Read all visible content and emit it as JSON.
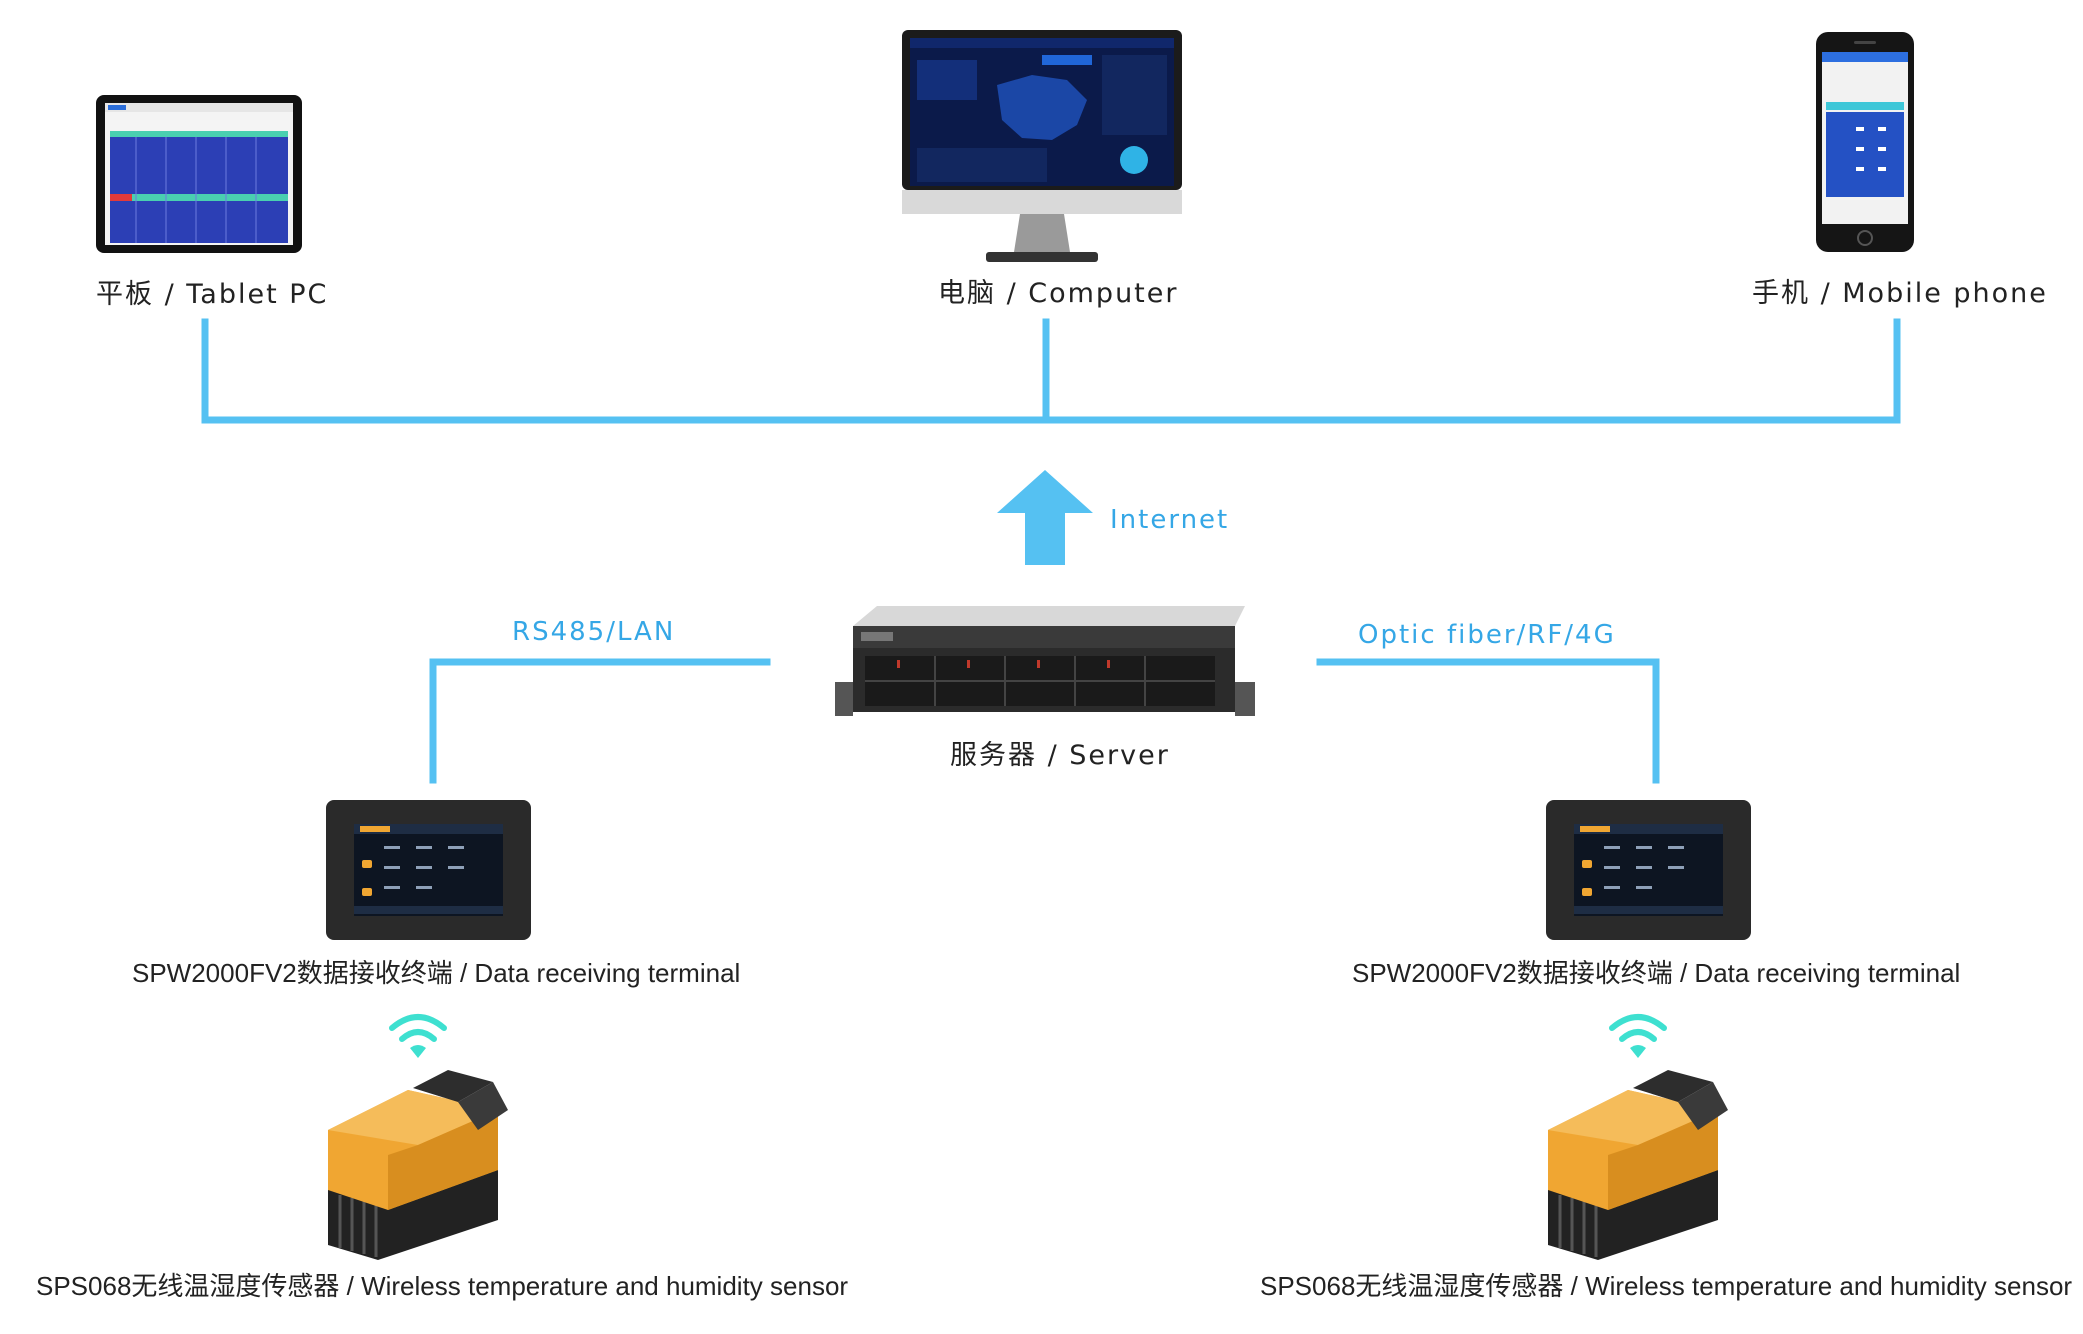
{
  "colors": {
    "connector": "#55c1f2",
    "link_text": "#35a7e6",
    "sensor_body": "#f0a632"
  },
  "devices": {
    "tablet": {
      "label": "平板 / Tablet PC",
      "icon": "tablet-icon"
    },
    "computer": {
      "label": "电脑 / Computer",
      "icon": "monitor-icon"
    },
    "phone": {
      "label": "手机 / Mobile phone",
      "icon": "smartphone-icon"
    },
    "server": {
      "label": "服务器 / Server",
      "icon": "rack-server-icon"
    }
  },
  "links": {
    "internet": "Internet",
    "left": "RS485/LAN",
    "right": "Optic fiber/RF/4G"
  },
  "terminals": [
    {
      "label": "SPW2000FV2数据接收终端 / Data receiving terminal",
      "icon": "touch-terminal-icon"
    },
    {
      "label": "SPW2000FV2数据接收终端 / Data receiving terminal",
      "icon": "touch-terminal-icon"
    }
  ],
  "sensors": [
    {
      "label": "SPS068无线温湿度传感器 / Wireless temperature and humidity sensor",
      "icon": "sensor-icon"
    },
    {
      "label": "SPS068无线温湿度传感器 / Wireless temperature and humidity sensor",
      "icon": "sensor-icon"
    }
  ]
}
